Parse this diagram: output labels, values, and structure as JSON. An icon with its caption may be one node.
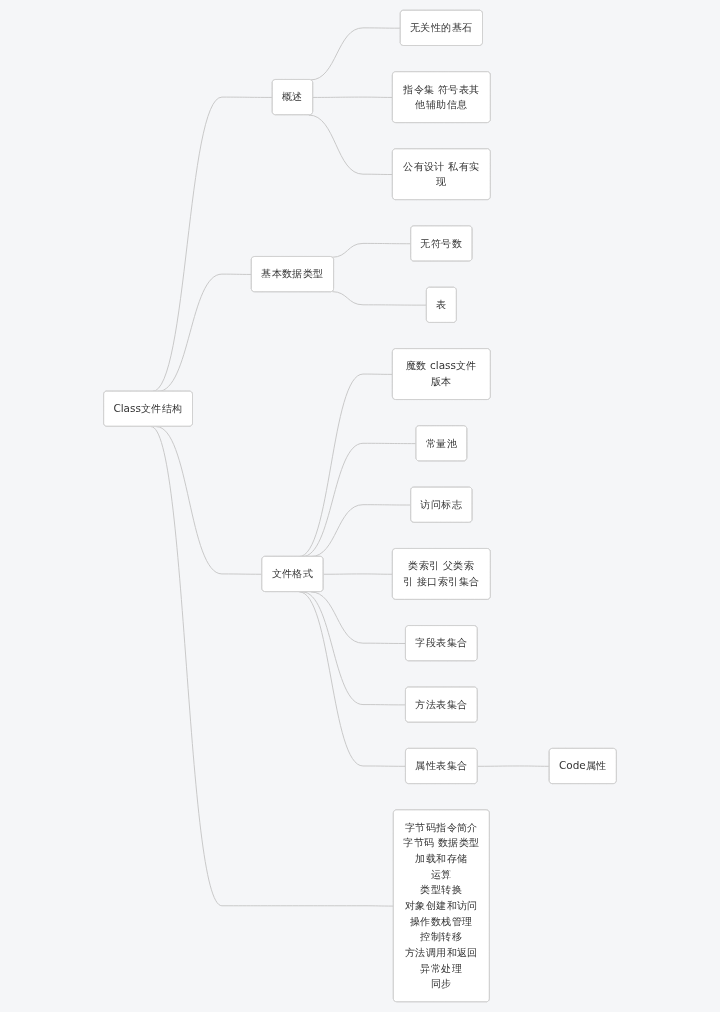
{
  "diagram": {
    "nodes": [
      {
        "text": [
          "Class文件结构"
        ]
      },
      {
        "text": [
          "概述"
        ]
      },
      {
        "text": [
          "无关性的基石"
        ]
      },
      {
        "text": [
          "指令集 符号表其他辅助信息"
        ]
      },
      {
        "text": [
          "公有设计 私有实现"
        ]
      },
      {
        "text": [
          "基本数据类型"
        ]
      },
      {
        "text": [
          "无符号数"
        ]
      },
      {
        "text": [
          "表"
        ]
      },
      {
        "text": [
          "文件格式"
        ]
      },
      {
        "text": [
          "魔数 class文件版本"
        ]
      },
      {
        "text": [
          "常量池"
        ]
      },
      {
        "text": [
          "访问标志"
        ]
      },
      {
        "text": [
          "类索引 父类索引 接口索引集合"
        ]
      },
      {
        "text": [
          "字段表集合"
        ]
      },
      {
        "text": [
          "方法表集合"
        ]
      },
      {
        "text": [
          "属性表集合"
        ]
      },
      {
        "text": [
          "Code属性"
        ]
      },
      {
        "text": [
          "字节码指令简介",
          "字节码 数据类型",
          "加载和存储",
          "运算",
          "类型转换",
          "对象创建和访问",
          "操作数栈管理",
          "控制转移",
          "方法调用和返回",
          "异常处理",
          "同步"
        ]
      }
    ],
    "edges": [
      {
        "from": 0,
        "to": 1,
        "arrow": "none"
      },
      {
        "from": 1,
        "to": 2,
        "arrow": "none"
      },
      {
        "from": 1,
        "to": 3,
        "arrow": "none"
      },
      {
        "from": 1,
        "to": 4,
        "arrow": "none"
      },
      {
        "from": 0,
        "to": 5,
        "arrow": "none"
      },
      {
        "from": 5,
        "to": 6,
        "arrow": "none"
      },
      {
        "from": 5,
        "to": 7,
        "arrow": "none"
      },
      {
        "from": 0,
        "to": 8,
        "arrow": "none"
      },
      {
        "from": 8,
        "to": 9,
        "arrow": "none"
      },
      {
        "from": 8,
        "to": 10,
        "arrow": "none"
      },
      {
        "from": 8,
        "to": 11,
        "arrow": "none"
      },
      {
        "from": 8,
        "to": 12,
        "arrow": "none"
      },
      {
        "from": 8,
        "to": 13,
        "arrow": "none"
      },
      {
        "from": 8,
        "to": 14,
        "arrow": "none"
      },
      {
        "from": 8,
        "to": 15,
        "arrow": "none"
      },
      {
        "from": 15,
        "to": 16,
        "arrow": "none"
      },
      {
        "from": 0,
        "to": 17,
        "arrow": "none"
      }
    ]
  }
}
